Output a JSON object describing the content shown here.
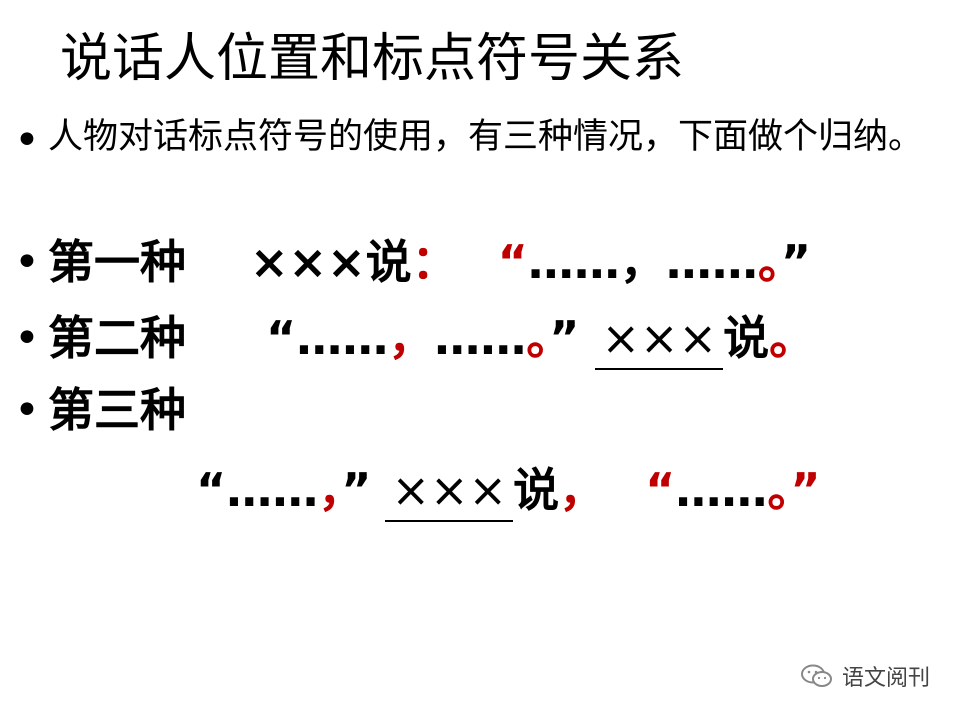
{
  "title": "说话人位置和标点符号关系",
  "bullet_symbol": "•",
  "intro": "人物对话标点符号的使用，有三种情况，下面做个归纳。",
  "cases": [
    {
      "label": "第一种",
      "speaker": "×××说",
      "colon": "：",
      "quote_open": "“",
      "ellipsis1": "……",
      "comma": "，",
      "ellipsis2": "……",
      "period": "。",
      "quote_close": "”"
    },
    {
      "label": "第二种",
      "quote_open": "“",
      "ellipsis1": "……",
      "comma": "，",
      "ellipsis2": "……",
      "period": "。",
      "quote_close": "”",
      "speaker": "×××",
      "say": "说",
      "end_period": "。"
    },
    {
      "label": "第三种",
      "quote_open": "“",
      "ellipsis1": "……",
      "comma": "，",
      "quote_close": "”",
      "speaker": "×××",
      "say": "说",
      "mid_comma": "，",
      "quote_open2": "“",
      "ellipsis2": "……",
      "period": "。",
      "quote_close2": "”"
    }
  ],
  "watermark": "语文阅刊",
  "colors": {
    "accent": "#c00000",
    "text": "#000000"
  }
}
